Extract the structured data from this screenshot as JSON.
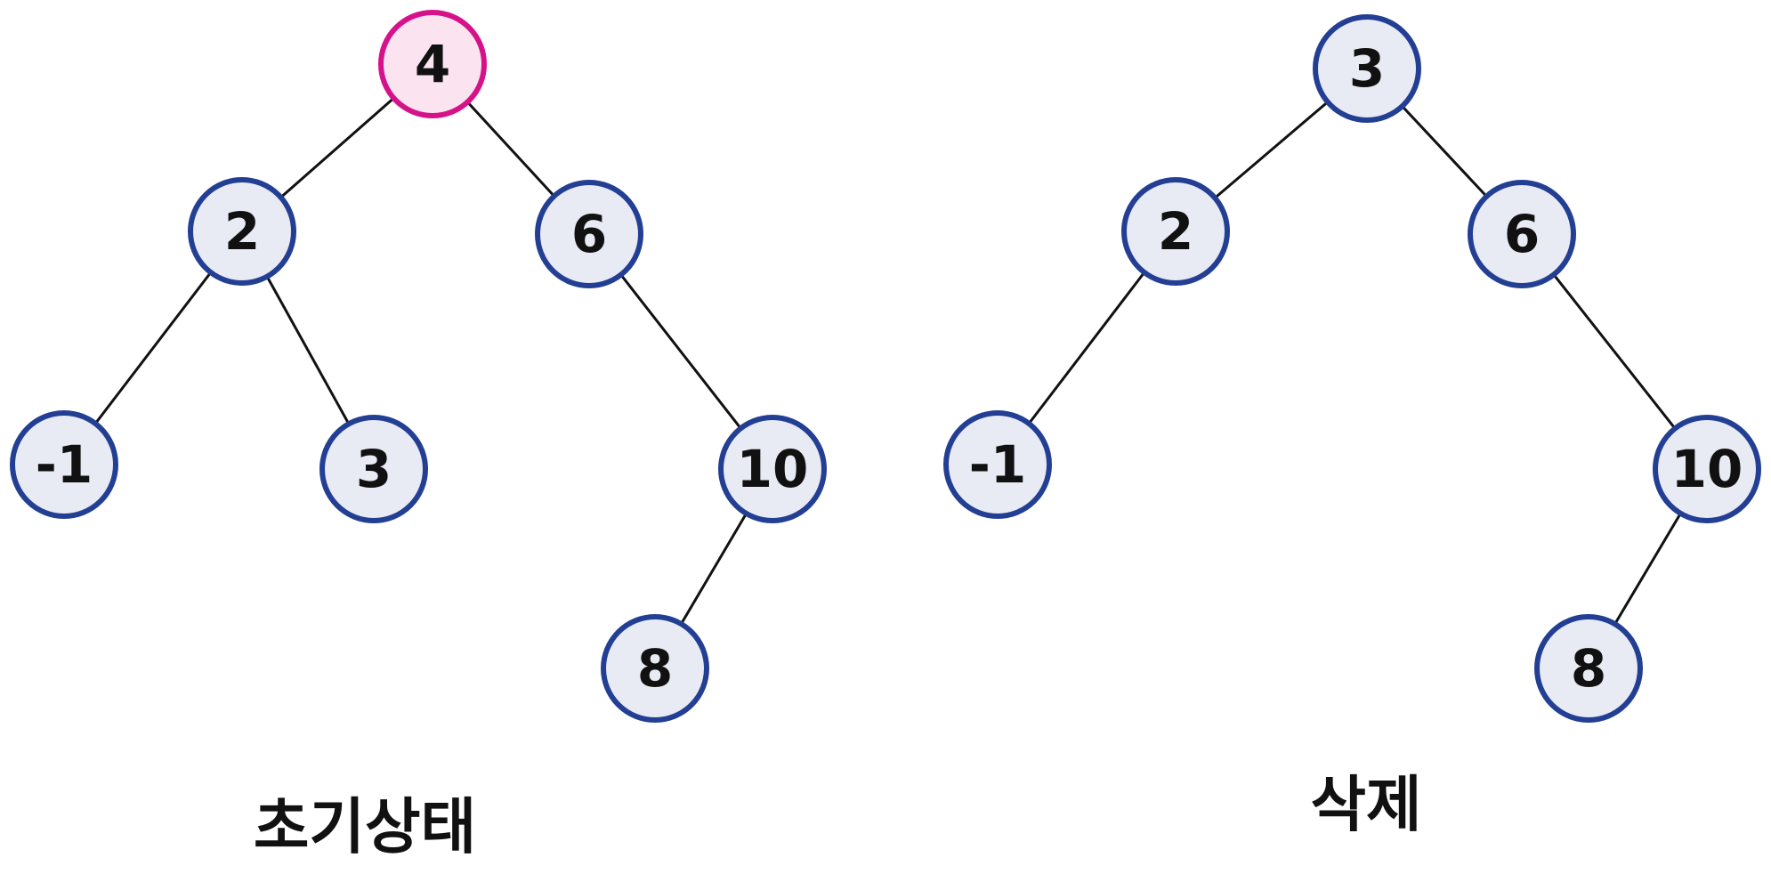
{
  "colors": {
    "node_fill": "#e8eaf4",
    "node_stroke": "#233f94",
    "highlight_fill": "#fbe4f0",
    "highlight_stroke": "#d6128a",
    "edge": "#111111"
  },
  "trees": [
    {
      "caption": "초기상태",
      "nodes": [
        {
          "id": "n4",
          "label": "4",
          "highlight": true
        },
        {
          "id": "n2",
          "label": "2"
        },
        {
          "id": "n6",
          "label": "6"
        },
        {
          "id": "nm1",
          "label": "-1"
        },
        {
          "id": "n3",
          "label": "3"
        },
        {
          "id": "n10",
          "label": "10"
        },
        {
          "id": "n8",
          "label": "8"
        }
      ],
      "edges": [
        [
          "n4",
          "n2"
        ],
        [
          "n4",
          "n6"
        ],
        [
          "n2",
          "nm1"
        ],
        [
          "n2",
          "n3"
        ],
        [
          "n6",
          "n10"
        ],
        [
          "n10",
          "n8"
        ]
      ]
    },
    {
      "caption": "삭제",
      "nodes": [
        {
          "id": "n3",
          "label": "3"
        },
        {
          "id": "n2",
          "label": "2"
        },
        {
          "id": "n6",
          "label": "6"
        },
        {
          "id": "nm1",
          "label": "-1"
        },
        {
          "id": "n10",
          "label": "10"
        },
        {
          "id": "n8",
          "label": "8"
        }
      ],
      "edges": [
        [
          "n3",
          "n2"
        ],
        [
          "n3",
          "n6"
        ],
        [
          "n2",
          "nm1"
        ],
        [
          "n6",
          "n10"
        ],
        [
          "n10",
          "n8"
        ]
      ]
    }
  ]
}
